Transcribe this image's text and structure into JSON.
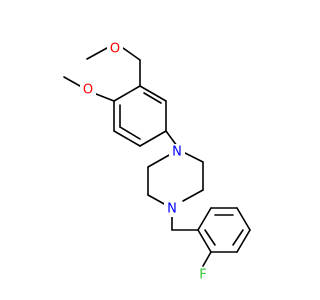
{
  "molecule": {
    "atoms": [
      {
        "id": "o_ether_top",
        "label": "O",
        "color": "#ff0000"
      },
      {
        "id": "o_methoxy",
        "label": "O",
        "color": "#ff0000"
      },
      {
        "id": "n_top",
        "label": "N",
        "color": "#0000ff"
      },
      {
        "id": "n_bottom",
        "label": "N",
        "color": "#0000ff"
      },
      {
        "id": "f",
        "label": "F",
        "color": "#33cc33"
      }
    ],
    "bond_color": "#000000"
  }
}
